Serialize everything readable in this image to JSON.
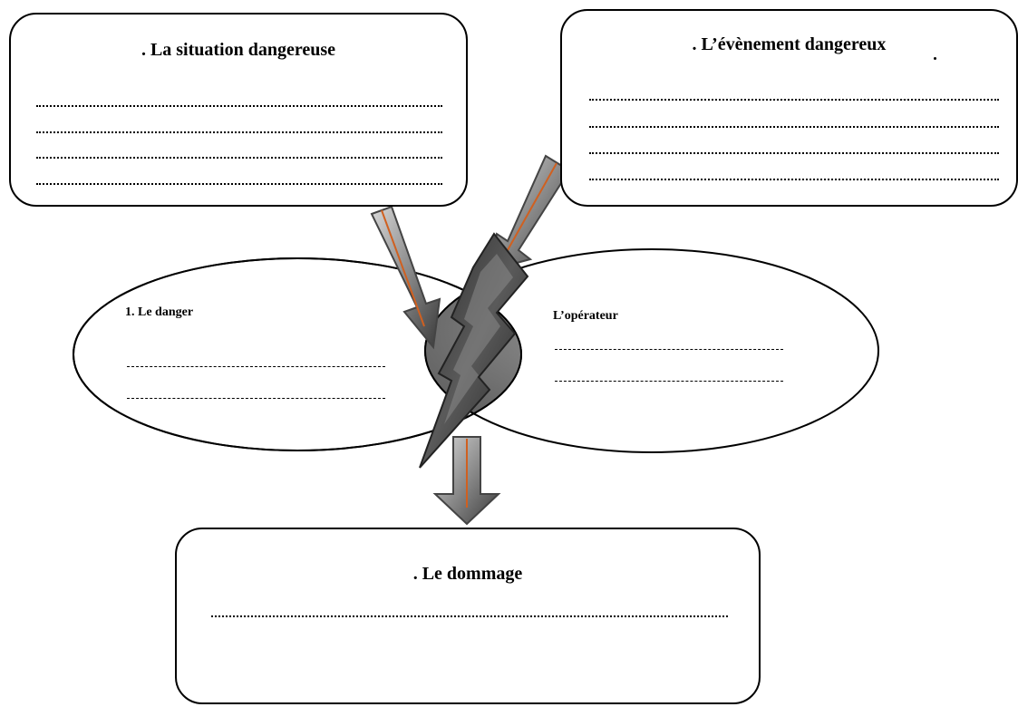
{
  "situation": {
    "title": ". La situation dangereuse"
  },
  "evenement": {
    "title": ". L’évènement dangereux"
  },
  "danger": {
    "label": "1. Le danger"
  },
  "operateur": {
    "label": "L’opérateur"
  },
  "dommage": {
    "title": ". Le dommage"
  },
  "colors": {
    "arrow_fill": "#9a9a9a",
    "arrow_dark": "#555555",
    "arrow_accent": "#d06020",
    "intersection": "#808080",
    "lightning": "#606060"
  }
}
